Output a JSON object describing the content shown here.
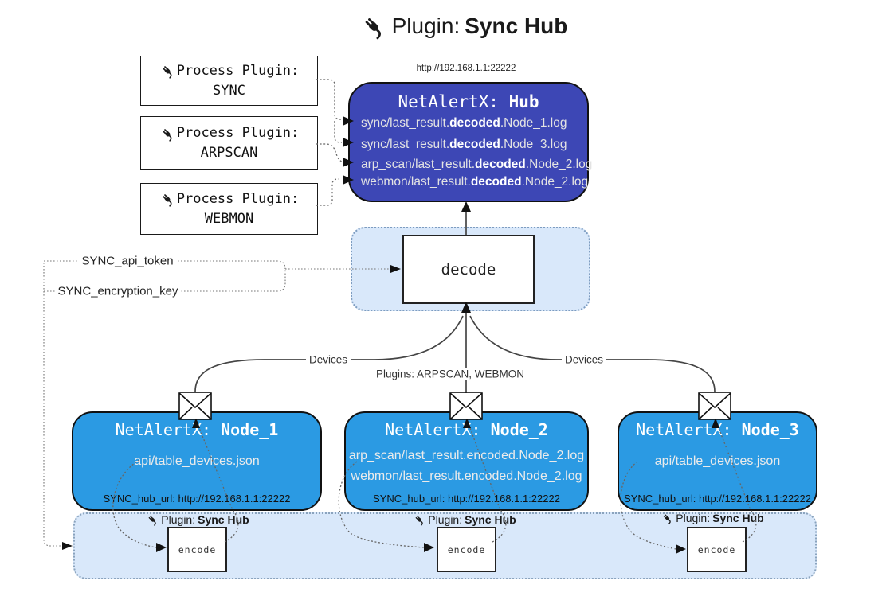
{
  "title": {
    "prefix": "Plugin: ",
    "bold": "Sync Hub"
  },
  "process_plugins": [
    {
      "label": "Process Plugin:",
      "name": "SYNC"
    },
    {
      "label": "Process Plugin:",
      "name": "ARPSCAN"
    },
    {
      "label": "Process Plugin:",
      "name": "WEBMON"
    }
  ],
  "hub": {
    "url": "http://192.168.1.1:22222",
    "title_prefix": "NetAlertX: ",
    "title_bold": "Hub",
    "files": [
      {
        "prefix": "sync/last_result.",
        "bold": "decoded",
        "suffix": ".Node_1.log"
      },
      {
        "prefix": "sync/last_result.",
        "bold": "decoded",
        "suffix": ".Node_3.log"
      },
      {
        "prefix": "arp_scan/last_result.",
        "bold": "decoded",
        "suffix": ".Node_2.log"
      },
      {
        "prefix": "webmon/last_result.",
        "bold": "decoded",
        "suffix": ".Node_2.log"
      }
    ]
  },
  "decode_label": "decode",
  "tokens": {
    "api_token": "SYNC_api_token",
    "encryption_key": "SYNC_encryption_key"
  },
  "edge_labels": {
    "devices_left": "Devices",
    "devices_right": "Devices",
    "plugins_middle": "Plugins: ARPSCAN, WEBMON"
  },
  "nodes": [
    {
      "title_prefix": "NetAlertX: ",
      "title_bold": "Node_1",
      "files": [
        "api/table_devices.json"
      ],
      "hub_url": "SYNC_hub_url: http://192.168.1.1:22222"
    },
    {
      "title_prefix": "NetAlertX: ",
      "title_bold": "Node_2",
      "files": [
        "arp_scan/last_result.encoded.Node_2.log",
        "webmon/last_result.encoded.Node_2.log"
      ],
      "hub_url": "SYNC_hub_url: http://192.168.1.1:22222"
    },
    {
      "title_prefix": "NetAlertX: ",
      "title_bold": "Node_3",
      "files": [
        "api/table_devices.json"
      ],
      "hub_url": "SYNC_hub_url: http://192.168.1.1:22222"
    }
  ],
  "encoders": [
    {
      "plugin_prefix": "Plugin: ",
      "plugin_bold": "Sync Hub",
      "box_label": "encode"
    },
    {
      "plugin_prefix": "Plugin: ",
      "plugin_bold": "Sync Hub",
      "box_label": "encode"
    },
    {
      "plugin_prefix": "Plugin: ",
      "plugin_bold": "Sync Hub",
      "box_label": "encode"
    }
  ],
  "colors": {
    "hub_indigo": "#3d47b5",
    "node_blue": "#2b9ae3",
    "panel_blue": "#d9e8fa"
  }
}
